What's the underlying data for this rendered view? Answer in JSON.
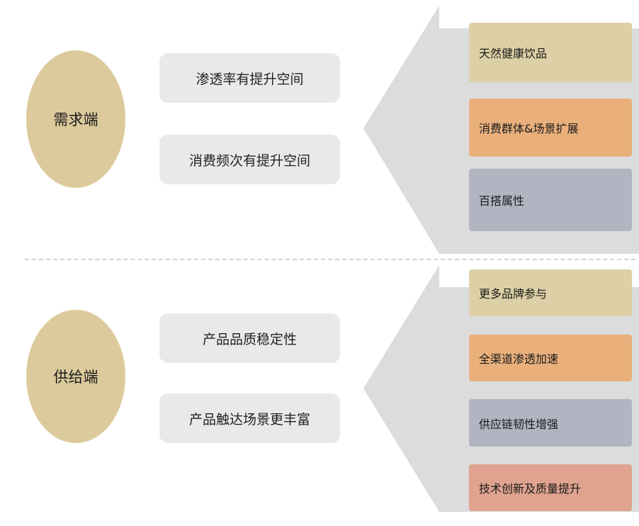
{
  "colors": {
    "ellipse": "#dcca9c",
    "factor_box": "#e8e9eb",
    "arrow": "#dcdcdc",
    "tag_beige": "#ddd0a6",
    "tag_orange": "#e9b07c",
    "tag_gray": "#b2b4c2",
    "tag_salmon": "#dfa38f"
  },
  "demand": {
    "label": "需求端",
    "factors": [
      "渗透率有提升空间",
      "消费频次有提升空间"
    ],
    "tags": [
      {
        "text": "天然健康饮品",
        "color": "#ddd0a6"
      },
      {
        "text": "消费群体&场景扩展",
        "color": "#e9b07c"
      },
      {
        "text": "百搭属性",
        "color": "#b2b4c2"
      }
    ]
  },
  "supply": {
    "label": "供给端",
    "factors": [
      "产品品质稳定性",
      "产品触达场景更丰富"
    ],
    "tags": [
      {
        "text": "更多品牌参与",
        "color": "#ddd0a6"
      },
      {
        "text": "全渠道渗透加速",
        "color": "#e9b07c"
      },
      {
        "text": "供应链韧性增强",
        "color": "#b2b4c2"
      },
      {
        "text": "技术创新及质量提升",
        "color": "#dfa38f"
      }
    ]
  }
}
